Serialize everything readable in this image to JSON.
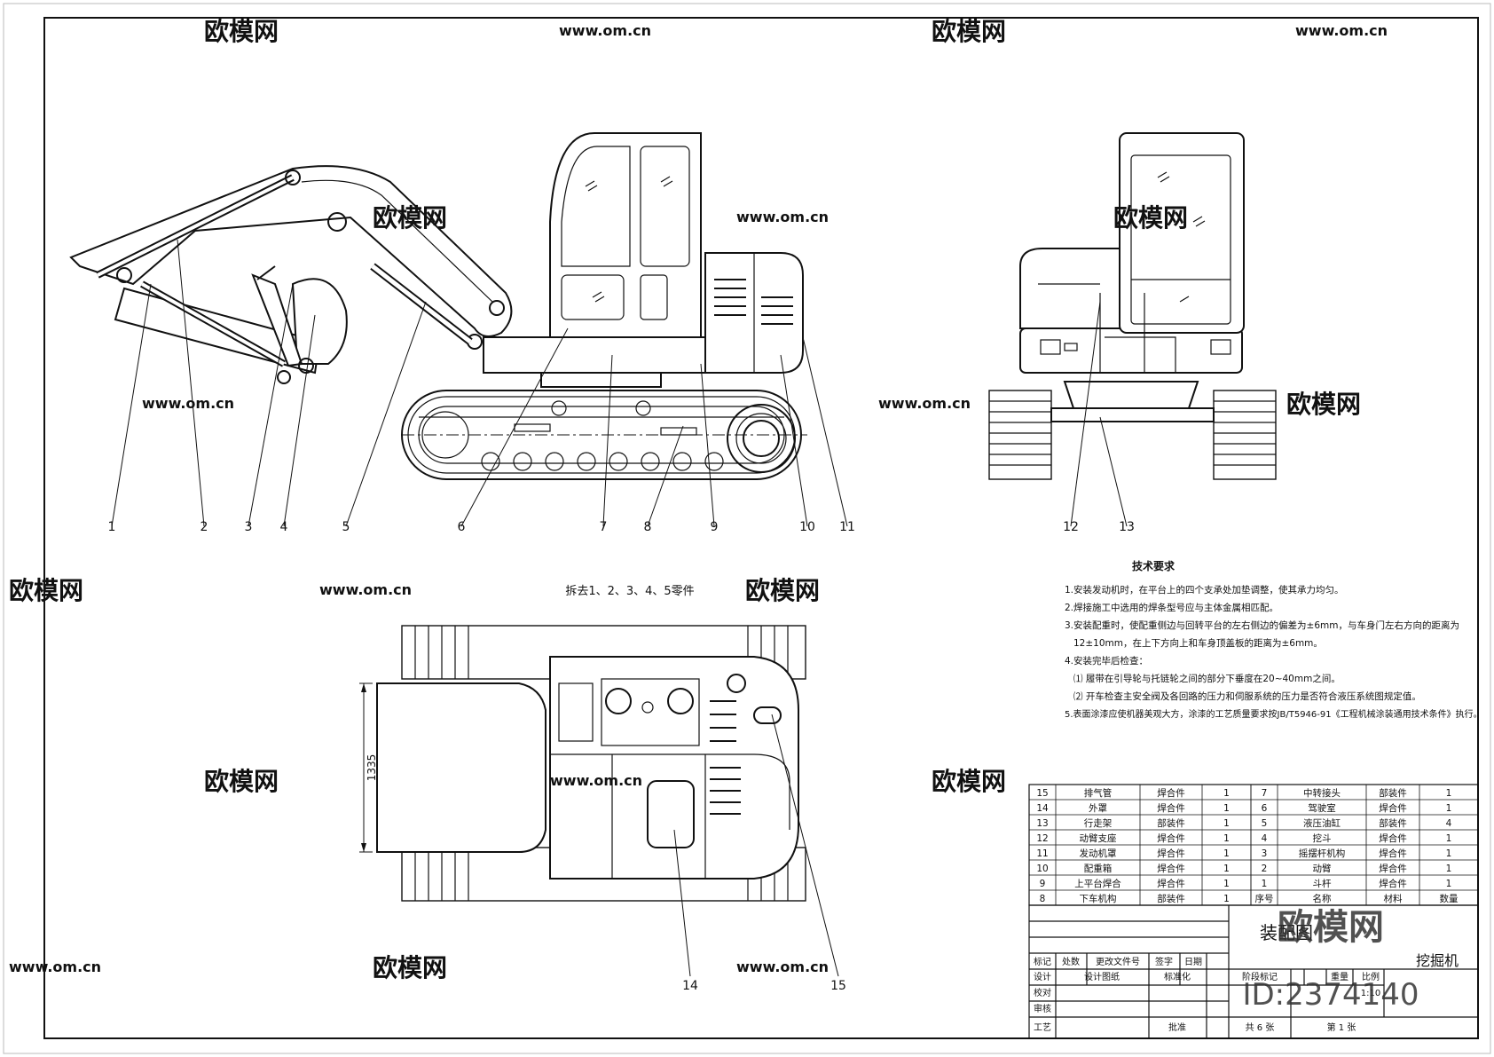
{
  "drawing": {
    "view_note": "拆去1、2、3、4、5零件",
    "dimension_1335": "1335",
    "balloons": [
      "1",
      "2",
      "3",
      "4",
      "5",
      "6",
      "7",
      "8",
      "9",
      "10",
      "11",
      "12",
      "13",
      "14",
      "15"
    ]
  },
  "tech_requirements": {
    "title": "技术要求",
    "items": [
      "1.安装发动机时，在平台上的四个支承处加垫调整，使其承力均匀。",
      "2.焊接施工中选用的焊条型号应与主体金属相匹配。",
      "3.安装配重时，使配重侧边与回转平台的左右侧边的偏差为±6mm，与车身门左右方向的距离为",
      "12±10mm，在上下方向上和车身顶盖板的距离为±6mm。",
      "4.安装完毕后检查：",
      "⑴ 履带在引导轮与托链轮之间的部分下垂度在20~40mm之间。",
      "⑵ 开车检查主安全阀及各回路的压力和伺服系统的压力是否符合液压系统图规定值。",
      "5.表面涂漆应使机器美观大方，涂漆的工艺质量要求按JB/T5946-91《工程机械涂装通用技术条件》执行。"
    ]
  },
  "bom": {
    "left": [
      [
        "15",
        "排气管",
        "焊合件",
        "1"
      ],
      [
        "14",
        "外罩",
        "焊合件",
        "1"
      ],
      [
        "13",
        "行走架",
        "部装件",
        "1"
      ],
      [
        "12",
        "动臂支座",
        "焊合件",
        "1"
      ],
      [
        "11",
        "发动机罩",
        "焊合件",
        "1"
      ],
      [
        "10",
        "配重箱",
        "焊合件",
        "1"
      ],
      [
        "9",
        "上平台焊合",
        "焊合件",
        "1"
      ],
      [
        "8",
        "下车机构",
        "部装件",
        "1"
      ]
    ],
    "right": [
      [
        "7",
        "中转接头",
        "部装件",
        "1"
      ],
      [
        "6",
        "驾驶室",
        "焊合件",
        "1"
      ],
      [
        "5",
        "液压油缸",
        "部装件",
        "4"
      ],
      [
        "4",
        "挖斗",
        "焊合件",
        "1"
      ],
      [
        "3",
        "摇摆杆机构",
        "焊合件",
        "1"
      ],
      [
        "2",
        "动臂",
        "焊合件",
        "1"
      ],
      [
        "1",
        "斗杆",
        "焊合件",
        "1"
      ]
    ],
    "header_right": [
      "序号",
      "名称",
      "材料",
      "数量"
    ]
  },
  "title_block": {
    "rev_labels": [
      "标记",
      "处数",
      "更改文件号",
      "签字",
      "日期"
    ],
    "design": "设计",
    "design_name": "设计图纸",
    "standardize": "标准化",
    "check": "校对",
    "review": "审核",
    "process": "工艺",
    "approve": "批准",
    "stage_mark": "阶段标记",
    "weight": "重量",
    "scale_label": "比例",
    "scale_value": "1:10",
    "assembly_label": "装配图",
    "product_name": "挖掘机",
    "total_sheets": "共 6 张",
    "sheet_no": "第 1 张"
  },
  "watermark": {
    "brand": "欧模网",
    "url": "www.om.cn",
    "id": "ID:2374140"
  }
}
